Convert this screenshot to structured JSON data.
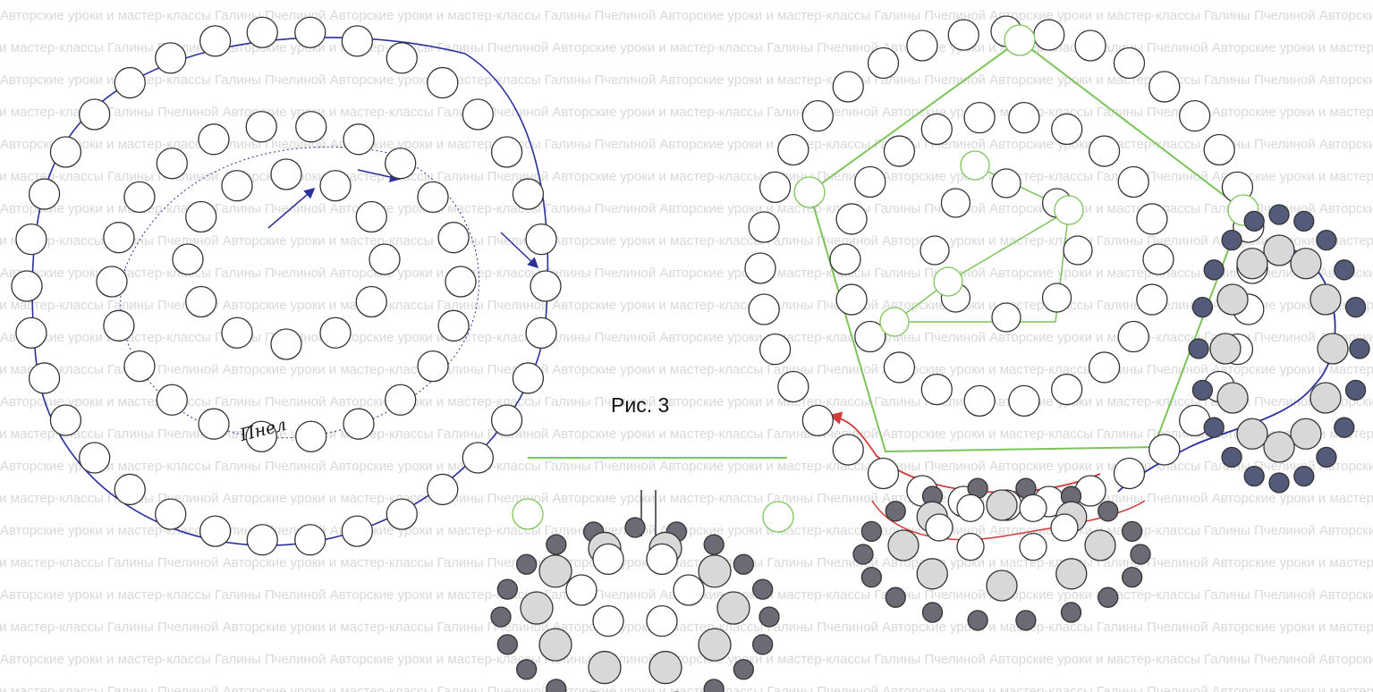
{
  "figure_label": "Рис. 3",
  "handwritten_label": "Пнел",
  "watermark_text": "Авторские уроки и мастер-классы Галины Пчелиной",
  "colors": {
    "outline": "#333333",
    "blue_path": "#2b2f9e",
    "green_path": "#7cc45a",
    "red_path": "#d23a3a",
    "light_bead": "#d8d8d8",
    "dark_bead": "#6b6b76",
    "navy_bead": "#545a7a"
  }
}
